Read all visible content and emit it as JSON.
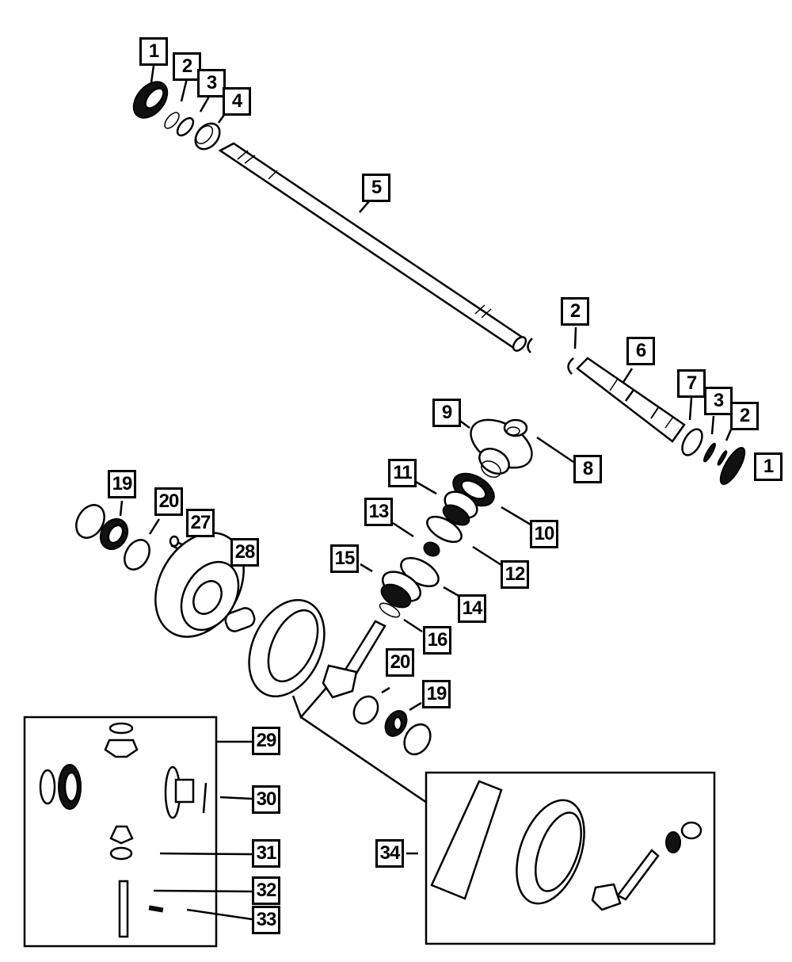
{
  "title": "Rear Axle Differential Exploded Parts Diagram",
  "callouts": [
    {
      "id": "c1a",
      "label": "1",
      "part": "axle-shaft-seal"
    },
    {
      "id": "c2a",
      "label": "2",
      "part": "snap-ring"
    },
    {
      "id": "c3a",
      "label": "3",
      "part": "retaining-ring"
    },
    {
      "id": "c4a",
      "label": "4",
      "part": "axle-bearing"
    },
    {
      "id": "c5",
      "label": "5",
      "part": "axle-shaft-long"
    },
    {
      "id": "c2b",
      "label": "2",
      "part": "snap-ring"
    },
    {
      "id": "c6",
      "label": "6",
      "part": "axle-shaft-short"
    },
    {
      "id": "c7",
      "label": "7",
      "part": "axle-bearing"
    },
    {
      "id": "c3b",
      "label": "3",
      "part": "retaining-ring"
    },
    {
      "id": "c2c",
      "label": "2",
      "part": "snap-ring"
    },
    {
      "id": "c1b",
      "label": "1",
      "part": "axle-shaft-seal"
    },
    {
      "id": "c9",
      "label": "9",
      "part": "pinion-flange"
    },
    {
      "id": "c8",
      "label": "8",
      "part": "pinion-nut"
    },
    {
      "id": "c11",
      "label": "11",
      "part": "outer-pinion-bearing"
    },
    {
      "id": "c10",
      "label": "10",
      "part": "pinion-seal"
    },
    {
      "id": "c13",
      "label": "13",
      "part": "collapsible-spacer"
    },
    {
      "id": "c12",
      "label": "12",
      "part": "outer-bearing-cup"
    },
    {
      "id": "c15",
      "label": "15",
      "part": "inner-pinion-bearing"
    },
    {
      "id": "c14",
      "label": "14",
      "part": "inner-bearing-cup"
    },
    {
      "id": "c16",
      "label": "16",
      "part": "pinion-shim"
    },
    {
      "id": "c19a",
      "label": "19",
      "part": "differential-bearing"
    },
    {
      "id": "c20a",
      "label": "20",
      "part": "bearing-cup"
    },
    {
      "id": "c27",
      "label": "27",
      "part": "ring-gear-bolt"
    },
    {
      "id": "c28",
      "label": "28",
      "part": "differential-case"
    },
    {
      "id": "c20b",
      "label": "20",
      "part": "bearing-cup"
    },
    {
      "id": "c19b",
      "label": "19",
      "part": "differential-bearing"
    },
    {
      "id": "c29",
      "label": "29",
      "part": "pinion-gear-and-washer"
    },
    {
      "id": "c30",
      "label": "30",
      "part": "side-gear-and-thrust-washer"
    },
    {
      "id": "c31",
      "label": "31",
      "part": "pinion-gear-and-washer"
    },
    {
      "id": "c32",
      "label": "32",
      "part": "pinion-shaft"
    },
    {
      "id": "c33",
      "label": "33",
      "part": "roll-pin"
    },
    {
      "id": "c34",
      "label": "34",
      "part": "ring-and-pinion-gear-kit"
    }
  ]
}
